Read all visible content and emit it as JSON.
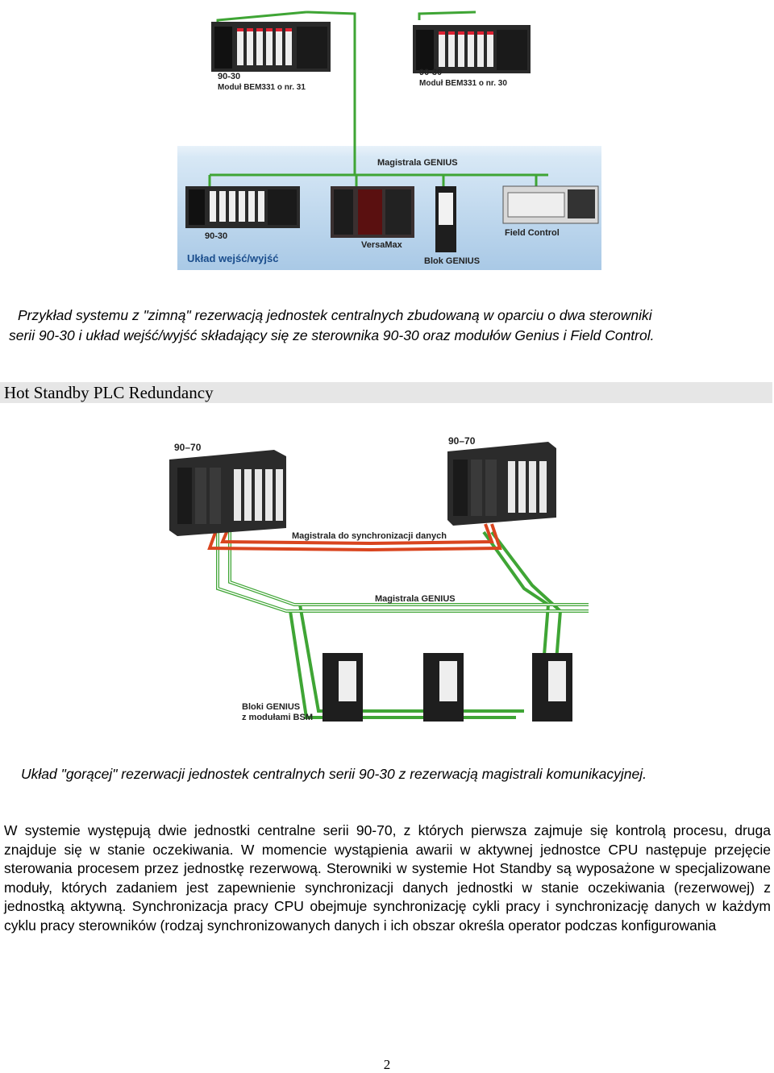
{
  "figure1": {
    "plc_left": {
      "model": "90-30",
      "module": "Moduł BEM331 o nr. 31"
    },
    "plc_right": {
      "model": "90-30",
      "module": "Moduł BEM331 o nr. 30"
    },
    "bus": "Magistrala GENIUS",
    "io_plc": "90-30",
    "io_caption": "Układ wejść/wyjść",
    "versamax": "VersaMax",
    "genius_block": "Blok GENIUS",
    "field_control": "Field Control"
  },
  "caption1": {
    "line1": "Przykład systemu z \"zimną\" rezerwacją jednostek centralnych zbudowaną w oparciu o dwa sterowniki",
    "line2": "serii 90-30 i układ wejść/wyjść składający się ze sterownika 90-30 oraz modułów Genius i Field Control."
  },
  "section_heading": "Hot Standby PLC Redundancy",
  "figure2": {
    "plc_left": "90–70",
    "plc_right": "90–70",
    "sync_bus": "Magistrala do synchronizacji danych",
    "genius_bus": "Magistrala GENIUS",
    "blocks_line1": "Bloki GENIUS",
    "blocks_line2": "z modułami BSM"
  },
  "caption2": "Układ \"gorącej\" rezerwacji jednostek centralnych serii 90-30 z rezerwacją magistrali komunikacyjnej.",
  "body": "W systemie występują dwie jednostki centralne serii 90-70, z których pierwsza zajmuje się kontrolą procesu, druga znajduje się w stanie oczekiwania. W momencie wystąpienia awarii w aktywnej jednostce CPU następuje przejęcie sterowania procesem przez jednostkę rezerwową. Sterowniki w systemie Hot Standby są wyposażone w specjalizowane moduły, których zadaniem jest zapewnienie synchronizacji danych jednostki w stanie oczekiwania (rezerwowej) z jednostką aktywną. Synchronizacja pracy CPU obejmuje synchronizację cykli pracy i synchronizację danych w każdym cyklu pracy sterowników (rodzaj synchronizowanych danych i ich obszar określa operator podczas konfigurowania",
  "page_number": "2",
  "colors": {
    "green_bus": "#3fa535",
    "red_bus": "#d9451f",
    "panel_blue": "#c7def2"
  }
}
